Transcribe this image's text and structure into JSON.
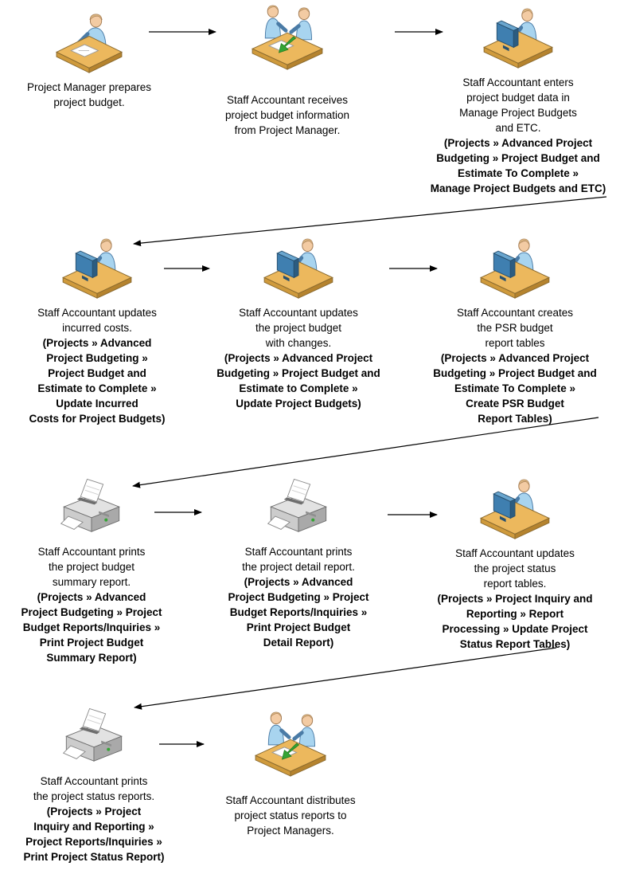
{
  "diagram": {
    "type": "flowchart",
    "background": "#ffffff",
    "arrow_color": "#000000",
    "accent_colors": {
      "desk": "#ecb85d",
      "shirt": "#a8d4ef",
      "skin": "#f3cba3",
      "green_arrow": "#35a435",
      "printer": "#cccccc"
    },
    "rows": [
      {
        "steps": [
          {
            "icon": "person-desk-icon",
            "text": "Project Manager prepares\nproject budget.",
            "path": ""
          },
          {
            "icon": "two-people-desk-icon",
            "text": "Staff Accountant receives\nproject budget information\nfrom Project Manager.",
            "path": ""
          },
          {
            "icon": "person-computer-icon",
            "text": "Staff Accountant enters\nproject budget data in\nManage Project Budgets\nand ETC.",
            "path": "(Projects » Advanced Project\nBudgeting » Project Budget and\nEstimate To Complete »\nManage Project Budgets and ETC)"
          }
        ]
      },
      {
        "steps": [
          {
            "icon": "person-computer-icon",
            "text": "Staff Accountant updates\nincurred costs.",
            "path": "(Projects » Advanced\nProject Budgeting »\nProject Budget and\nEstimate to Complete »\nUpdate Incurred\nCosts for Project Budgets)"
          },
          {
            "icon": "person-computer-icon",
            "text": "Staff Accountant updates\nthe project budget\nwith changes.",
            "path": "(Projects » Advanced Project\nBudgeting » Project Budget and\nEstimate to Complete »\nUpdate Project Budgets)"
          },
          {
            "icon": "person-computer-icon",
            "text": "Staff Accountant creates\nthe PSR budget\nreport tables",
            "path": "(Projects » Advanced Project\nBudgeting » Project Budget and\nEstimate To Complete »\nCreate PSR Budget\nReport Tables)"
          }
        ]
      },
      {
        "steps": [
          {
            "icon": "printer-icon",
            "text": "Staff Accountant prints\nthe project budget\nsummary report.",
            "path": "(Projects » Advanced\nProject Budgeting » Project\nBudget Reports/Inquiries »\nPrint Project Budget\nSummary Report)"
          },
          {
            "icon": "printer-icon",
            "text": "Staff Accountant prints\nthe project detail report.",
            "path": "(Projects » Advanced\nProject Budgeting » Project\nBudget Reports/Inquiries »\nPrint Project Budget\nDetail Report)"
          },
          {
            "icon": "person-computer-icon",
            "text": "Staff Accountant updates\nthe project status\nreport tables.",
            "path": "(Projects » Project Inquiry and\nReporting » Report\nProcessing » Update Project\nStatus Report Tables)"
          }
        ]
      },
      {
        "steps": [
          {
            "icon": "printer-icon",
            "text": "Staff Accountant prints\nthe project status reports.",
            "path": "(Projects » Project\nInquiry and Reporting »\nProject Reports/Inquiries »\nPrint Project Status Report)"
          },
          {
            "icon": "two-people-desk-icon",
            "text": "Staff Accountant distributes\nproject status reports to\nProject Managers.",
            "path": ""
          }
        ]
      }
    ]
  }
}
